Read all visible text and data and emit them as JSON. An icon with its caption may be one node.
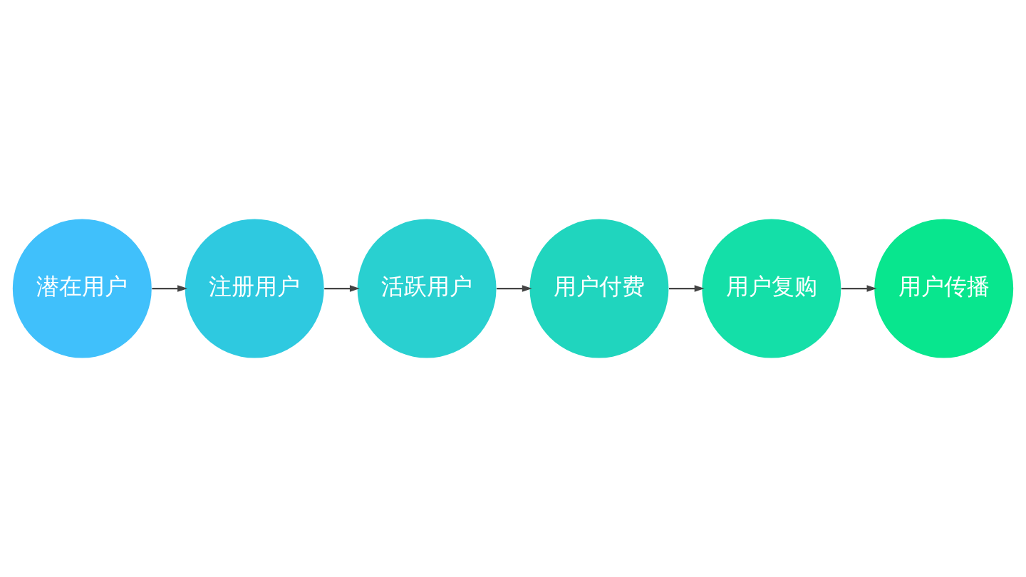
{
  "diagram": {
    "nodes": [
      {
        "text": [
          "潜在用户"
        ]
      },
      {
        "text": [
          "注册用户"
        ]
      },
      {
        "text": [
          "活跃用户"
        ]
      },
      {
        "text": [
          "用户付费"
        ]
      },
      {
        "text": [
          "用户复购"
        ]
      },
      {
        "text": [
          "用户传播"
        ]
      }
    ],
    "edges": [
      {
        "from": 0,
        "to": 1,
        "arrow": "to"
      },
      {
        "from": 1,
        "to": 2,
        "arrow": "to"
      },
      {
        "from": 2,
        "to": 3,
        "arrow": "to"
      },
      {
        "from": 3,
        "to": 4,
        "arrow": "to"
      },
      {
        "from": 4,
        "to": 5,
        "arrow": "to"
      }
    ]
  }
}
